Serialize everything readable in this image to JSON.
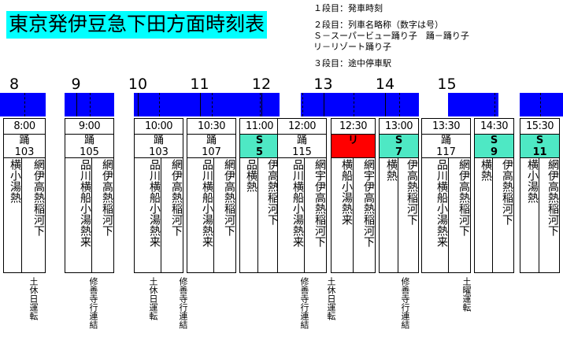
{
  "title": "東京発伊豆急下田方面時刻表",
  "title_bg": "#00ffff",
  "legend": {
    "row1": "１段目：発車時刻",
    "row2": "２段目：列車名略称（数字は号）",
    "row2_sub1": "Ｓ－スーパービュー踊り子　踊－踊り子",
    "row2_sub2": "リ－リゾート踊り子",
    "row3": "３段目：途中停車駅"
  },
  "ruler": {
    "hours": [
      "8",
      "9",
      "10",
      "11",
      "12",
      "13",
      "14",
      "15"
    ],
    "bar_color": "#0000ff"
  },
  "colors": {
    "superview": "#4ee8c4",
    "resort": "#ff0000",
    "odoriko": "#ffffff"
  },
  "trains": [
    {
      "time": "8:00",
      "abbr": "踊",
      "num": "103",
      "type_color": "#ffffff",
      "stops_left": "横小湯熱",
      "stops_right": "網伊高熱稲河下",
      "note": "土休日運転"
    },
    {
      "time": "9:00",
      "abbr": "踊",
      "num": "105",
      "type_color": "#ffffff",
      "stops_left": "品川横船小湯熱来",
      "stops_right": "網伊高熱稲河下",
      "note": "修善寺行連結"
    },
    {
      "time": "10:00",
      "abbr": "踊",
      "num": "103",
      "type_color": "#ffffff",
      "stops_left": "品川横船小湯熱来",
      "stops_right": "網伊高熱稲河下",
      "note": "土休日運転"
    },
    {
      "time": "10:30",
      "abbr": "踊",
      "num": "107",
      "type_color": "#ffffff",
      "stops_left": "品川横船小湯熱来",
      "stops_right": "網伊高熱稲河下",
      "note": "修善寺行連結"
    },
    {
      "time": "11:00",
      "abbr": "S",
      "num": "5",
      "type_color": "#4ee8c4",
      "stops_left": "品横熱",
      "stops_right": "伊高熱稲河下",
      "note": ""
    },
    {
      "time": "12:00",
      "abbr": "踊",
      "num": "115",
      "type_color": "#ffffff",
      "stops_left": "品川横船小湯熱来",
      "stops_right": "網宇伊高熱稲河下",
      "note": "修善寺行連結"
    },
    {
      "time": "12:30",
      "abbr": "リ",
      "num": "",
      "type_color": "#ff0000",
      "stops_left": "横船小湯熱来",
      "stops_right": "網宇伊高熱稲河下",
      "note": "土休日運転"
    },
    {
      "time": "13:00",
      "abbr": "S",
      "num": "7",
      "type_color": "#4ee8c4",
      "stops_left": "横熱",
      "stops_right": "伊高熱稲河下",
      "note": ""
    },
    {
      "time": "13:30",
      "abbr": "踊",
      "num": "117",
      "type_color": "#ffffff",
      "stops_left": "品川横船小湯熱来",
      "stops_right": "網伊高熱稲河下",
      "note": "修善寺行連結"
    },
    {
      "time": "14:30",
      "abbr": "S",
      "num": "9",
      "type_color": "#4ee8c4",
      "stops_left": "横熱",
      "stops_right": "伊高熱稲河下",
      "note": "土曜運転"
    },
    {
      "time": "15:30",
      "abbr": "S",
      "num": "11",
      "type_color": "#4ee8c4",
      "stops_left": "横小湯熱",
      "stops_right": "網伊高熱稲河下",
      "note": ""
    }
  ]
}
